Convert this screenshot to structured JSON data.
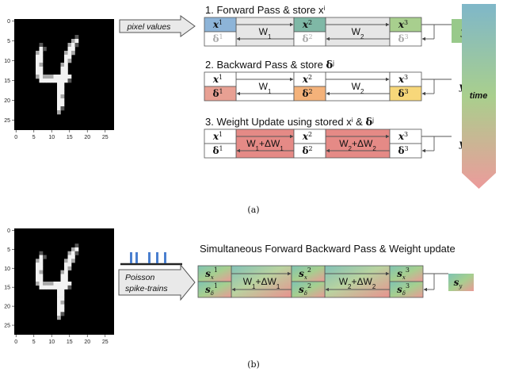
{
  "panel_a": {
    "caption": "(a)",
    "input_label": "pixel values",
    "mnist_ticks_x": [
      "0",
      "5",
      "10",
      "15",
      "20",
      "25"
    ],
    "mnist_ticks_y": [
      "0",
      "5",
      "10",
      "15",
      "20",
      "25"
    ],
    "time_label": "time",
    "rows": [
      {
        "title": "1. Forward Pass & store x",
        "title_sup": "i",
        "cells": {
          "x1": "x",
          "x1_sup": "1",
          "d1": "δ",
          "d1_sup": "1",
          "x2": "x",
          "x2_sup": "2",
          "d2": "δ",
          "d2_sup": "2",
          "x3": "x",
          "x3_sup": "3",
          "d3": "δ",
          "d3_sup": "3",
          "w1": "W",
          "w1_sub": "1",
          "w2": "W",
          "w2_sub": "2"
        },
        "target": "y"
      },
      {
        "title": "2. Backward Pass & store ",
        "title_bold": "δ",
        "title_sup": "j",
        "cells": {
          "x1": "x",
          "x1_sup": "1",
          "d1": "δ",
          "d1_sup": "1",
          "x2": "x",
          "x2_sup": "2",
          "d2": "δ",
          "d2_sup": "2",
          "x3": "x",
          "x3_sup": "3",
          "d3": "δ",
          "d3_sup": "3",
          "w1": "W",
          "w1_sub": "1",
          "w2": "W",
          "w2_sub": "2"
        },
        "target": "y"
      },
      {
        "title": "3. Weight Update using stored x",
        "title_sup": "i",
        "title_amp": " & ",
        "title_bold": "δ",
        "title_sup2": "j",
        "cells": {
          "x1": "x",
          "x1_sup": "1",
          "d1": "δ",
          "d1_sup": "1",
          "x2": "x",
          "x2_sup": "2",
          "d2": "δ",
          "d2_sup": "2",
          "x3": "x",
          "x3_sup": "3",
          "d3": "δ",
          "d3_sup": "3",
          "w1": "W",
          "w1_sub": "1",
          "w1_rest": "+ΔW",
          "w1_sub2": "1",
          "w2": "W",
          "w2_sub": "2",
          "w2_rest": "+ΔW",
          "w2_sub2": "2"
        },
        "target": "y"
      }
    ]
  },
  "panel_b": {
    "caption": "(b)",
    "input_label_1": "Poisson",
    "input_label_2": "spike-trains",
    "title": "Simultaneous Forward Backward Pass & Weight update",
    "s": "s",
    "sx": "x",
    "sd": "δ",
    "sy": "y",
    "n1": "1",
    "n2": "2",
    "n3": "3",
    "w1": "W",
    "w1_sub": "1",
    "w1_rest": "+ΔW",
    "w1_sub2": "1",
    "w2": "W",
    "w2_sub": "2",
    "w2_rest": "+ΔW",
    "w2_sub2": "2",
    "mnist_ticks_x": [
      "0",
      "5",
      "10",
      "15",
      "20",
      "25"
    ],
    "mnist_ticks_y": [
      "0",
      "5",
      "10",
      "15",
      "20",
      "25"
    ]
  },
  "colors": {
    "x1_blue": "#8db4d8",
    "x2_teal": "#7fb8a6",
    "x3_green": "#a8cf8e",
    "y_green": "#98c98a",
    "d1_rose": "#e8a093",
    "d2_orange": "#f4b27a",
    "d3_yellow": "#f7d77a",
    "weight_red": "#e58a86",
    "grey_fill": "#e6e6e6",
    "spike_blue": "#4a7fcf",
    "time_top": "#7fb7c9",
    "time_mid": "#a9cf8d",
    "time_bot": "#ec9b9b"
  },
  "digit_pixels": [
    "............................",
    "............................",
    "............................",
    "............................",
    ".................o..........",
    "................O#..........",
    ".......o.......O#o..........",
    ".......#o......##...........",
    "......O#......O#O...........",
    "......##......##............",
    "......##......#O............",
    "......#O.....O#.............",
    "......##.....##.............",
    "......##.....##.............",
    "......O#OOO#####............",
    ".......########o............",
    "............##..............",
    "............##..............",
    "............##..............",
    "............#O..............",
    "............##..............",
    "............##..............",
    "............#o..............",
    "............O...............",
    "............................",
    "............................",
    "............................",
    "............................"
  ]
}
